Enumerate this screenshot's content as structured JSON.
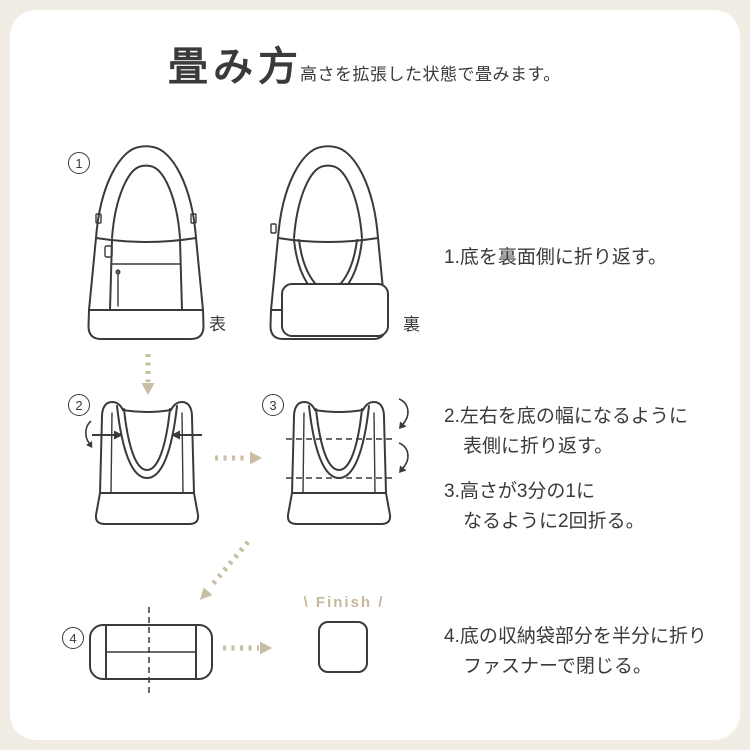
{
  "meta": {
    "background_color": "#f1ede4",
    "card_color": "#ffffff",
    "line_color": "#3a3a3a",
    "accent_color": "#c9bda4"
  },
  "header": {
    "title": "畳み方",
    "subtitle": "高さを拡張した状態で畳みます。"
  },
  "steps": [
    {
      "number": "1",
      "instruction": "1.底を裏面側に折り返す。"
    },
    {
      "number": "2",
      "instruction": "2.左右を底の幅になるように\n　表側に折り返す。"
    },
    {
      "number": "3",
      "instruction": "3.高さが3分の1に\n　なるように2回折る。"
    },
    {
      "number": "4",
      "instruction": "4.底の収納袋部分を半分に折り\n　ファスナーで閉じる。"
    }
  ],
  "labels": {
    "front": "表",
    "back": "裏",
    "finish": "\\ Finish /"
  }
}
